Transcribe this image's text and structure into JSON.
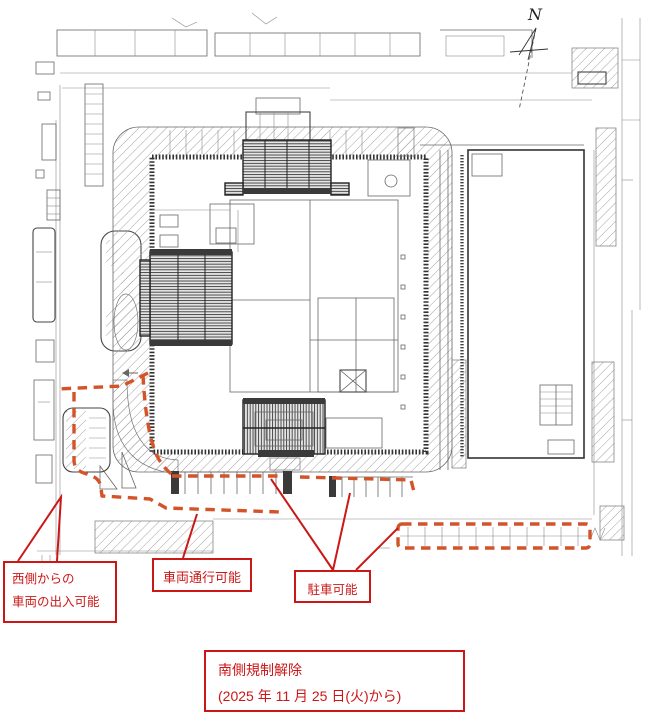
{
  "compass": {
    "label": "N"
  },
  "callouts": {
    "west_access": {
      "line1": "西側からの",
      "line2": "車両の出入可能"
    },
    "vehicle_passage": {
      "label": "車両通行可能"
    },
    "parking": {
      "label": "駐車可能"
    },
    "south_restriction": {
      "line1": "南側規制解除",
      "line2": "(2025 年 11 月 25 日(火)から)"
    }
  },
  "colors": {
    "callout_red": "#cc1717",
    "route_orange": "#d35429",
    "drawing_line": "#555555"
  }
}
